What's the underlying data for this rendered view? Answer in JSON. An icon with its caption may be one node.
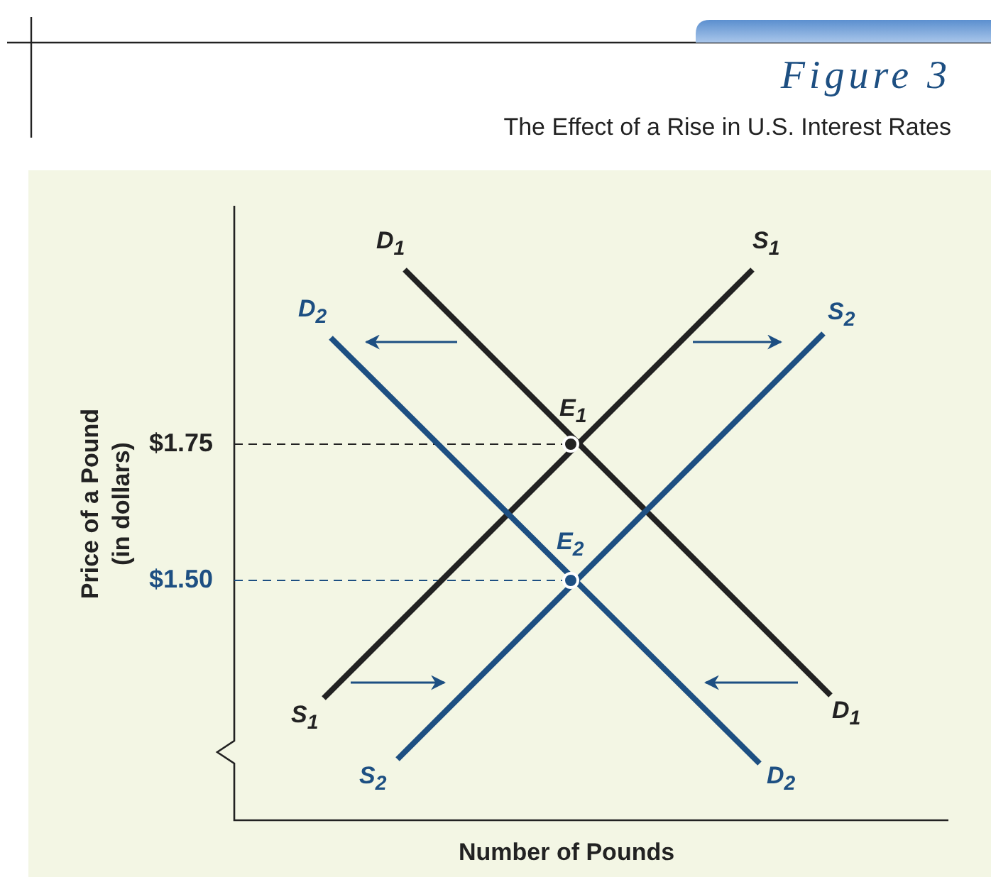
{
  "diagram": {
    "title": "Figure 3",
    "caption": "The Effect of a Rise in U.S. Interest Rates",
    "labels": [
      "D$_{1}$",
      "S$_{1}$",
      "D$_{2}$",
      "S$_{2}$",
      "E$_{1}$",
      "$1.75",
      "E$_{2}$",
      "$1.50",
      "S$_{1}$",
      "D$_{1}$",
      "S$_{2}$",
      "D$_{2}$",
      "Price of a Pound (in dollars)",
      "Number of Pounds"
    ]
  }
}
